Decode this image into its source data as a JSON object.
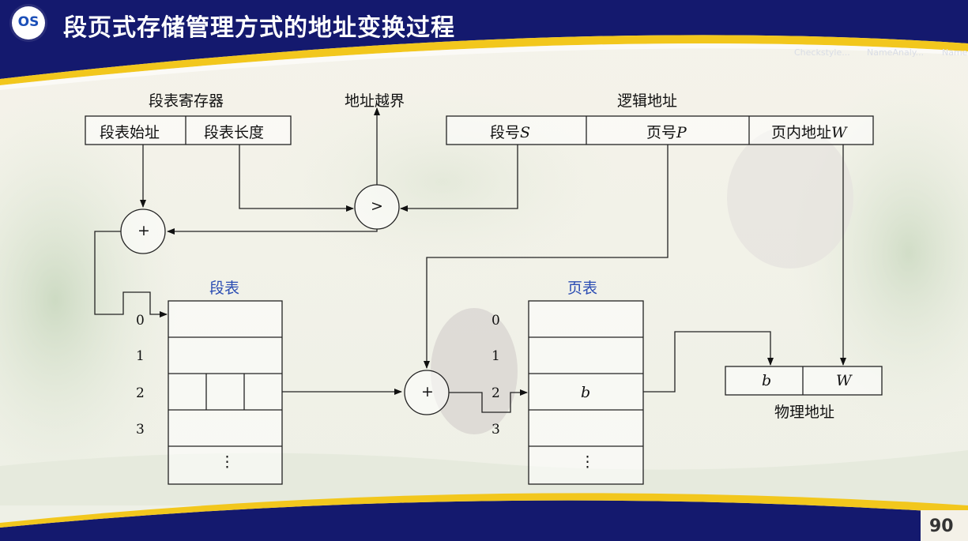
{
  "header": {
    "logo_text": "OS",
    "title": "段页式存储管理方式的地址变换过程"
  },
  "footer": {
    "page_number": "90"
  },
  "background_desktop": {
    "icon_labels": [
      "Checkstyle...",
      "NameAnaly...",
      "Name"
    ]
  },
  "diagram": {
    "segment_table_register": {
      "title": "段表寄存器",
      "start_label": "段表始址",
      "length_label": "段表长度"
    },
    "out_of_bounds_label": "地址越界",
    "compare_symbol": ">",
    "adder_symbol": "+",
    "logical_address": {
      "title": "逻辑地址",
      "segment_no": "段号",
      "segment_var": "S",
      "page_no": "页号",
      "page_var": "P",
      "offset": "页内地址",
      "offset_var": "W"
    },
    "segment_table": {
      "title": "段表",
      "indices": [
        "0",
        "1",
        "2",
        "3"
      ],
      "ellipsis": "⋮"
    },
    "page_table": {
      "title": "页表",
      "indices": [
        "0",
        "1",
        "2",
        "3"
      ],
      "block_value": "b",
      "ellipsis": "⋮"
    },
    "physical_address": {
      "title": "物理地址",
      "block": "b",
      "offset": "W"
    }
  }
}
